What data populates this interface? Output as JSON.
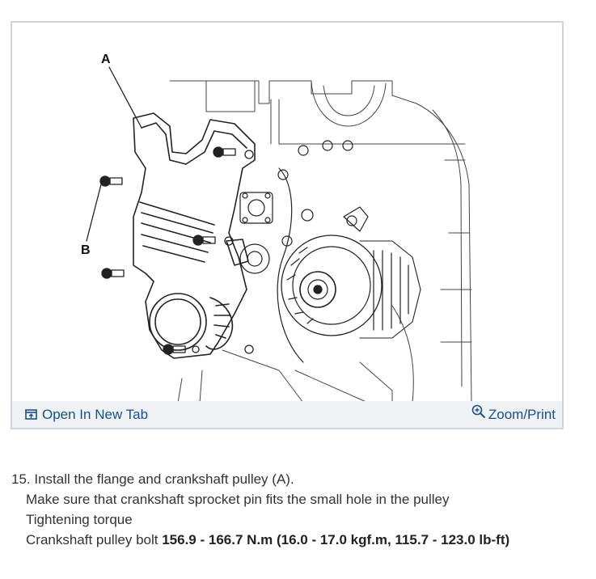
{
  "figure": {
    "labels": {
      "a": "A",
      "b": "B"
    },
    "toolbar": {
      "open_label": "Open In New Tab",
      "zoom_label": "Zoom/Print",
      "open_icon": "open-new-tab-icon",
      "zoom_icon": "zoom-in-icon",
      "link_color": "#1a4f8b"
    }
  },
  "step": {
    "number": "15.",
    "title": "Install the flange and crankshaft pulley (A).",
    "note": "Make sure that crankshaft sprocket pin fits the small hole in the pulley",
    "torque_heading": "Tightening torque",
    "spec_label": "Crankshaft pulley bolt",
    "spec_value": "156.9 - 166.7 N.m (16.0 - 17.0 kgf.m, 115.7 - 123.0 lb-ft)"
  }
}
